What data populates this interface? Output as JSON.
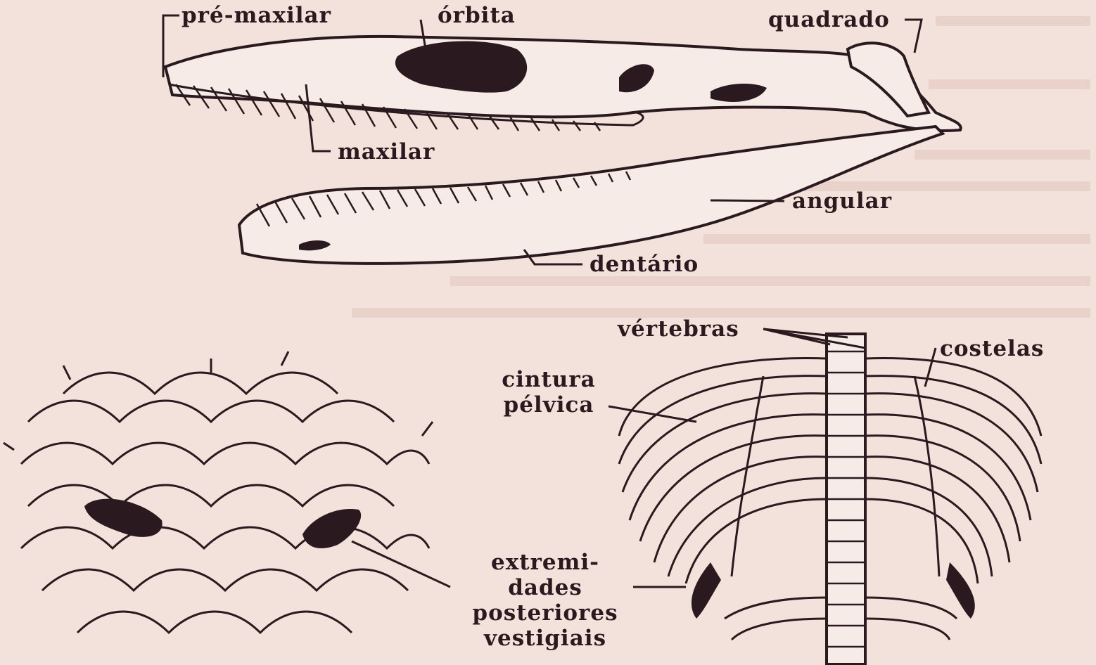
{
  "labels": {
    "pre_maxilar": "pré-maxilar",
    "orbita": "órbita",
    "quadrado": "quadrado",
    "maxilar": "maxilar",
    "angular": "angular",
    "dentario": "dentário",
    "vertebras": "vértebras",
    "costelas": "costelas",
    "cintura_line1": "cintura",
    "cintura_line2": "pélvica",
    "extremidades_line1": "extremi-",
    "extremidades_line2": "dades",
    "extremidades_line3": "posteriores",
    "extremidades_line4": "vestigiais"
  },
  "colors": {
    "ink": "#2a1a1f",
    "paper": "#f3e2dc"
  }
}
